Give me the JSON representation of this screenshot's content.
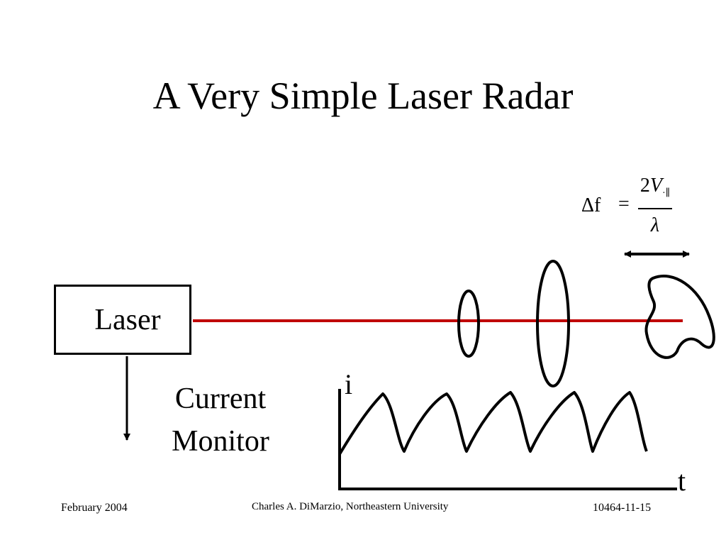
{
  "slide": {
    "title": "A Very Simple Laser Radar",
    "laser_label": "Laser",
    "monitor_label_line1": "Current",
    "monitor_label_line2": "Monitor",
    "axis_y_label": "i",
    "axis_x_label": "t"
  },
  "formula": {
    "lhs": "Δf",
    "equals": "=",
    "numerator_coeff": "2",
    "numerator_var": "V",
    "numerator_subscript": "·∥",
    "denominator": "λ"
  },
  "footer": {
    "date": "February 2004",
    "author": "Charles A. DiMarzio, Northeastern University",
    "slide_id": "10464-11-15"
  },
  "colors": {
    "beam": "#c00000",
    "ink": "#000000"
  }
}
